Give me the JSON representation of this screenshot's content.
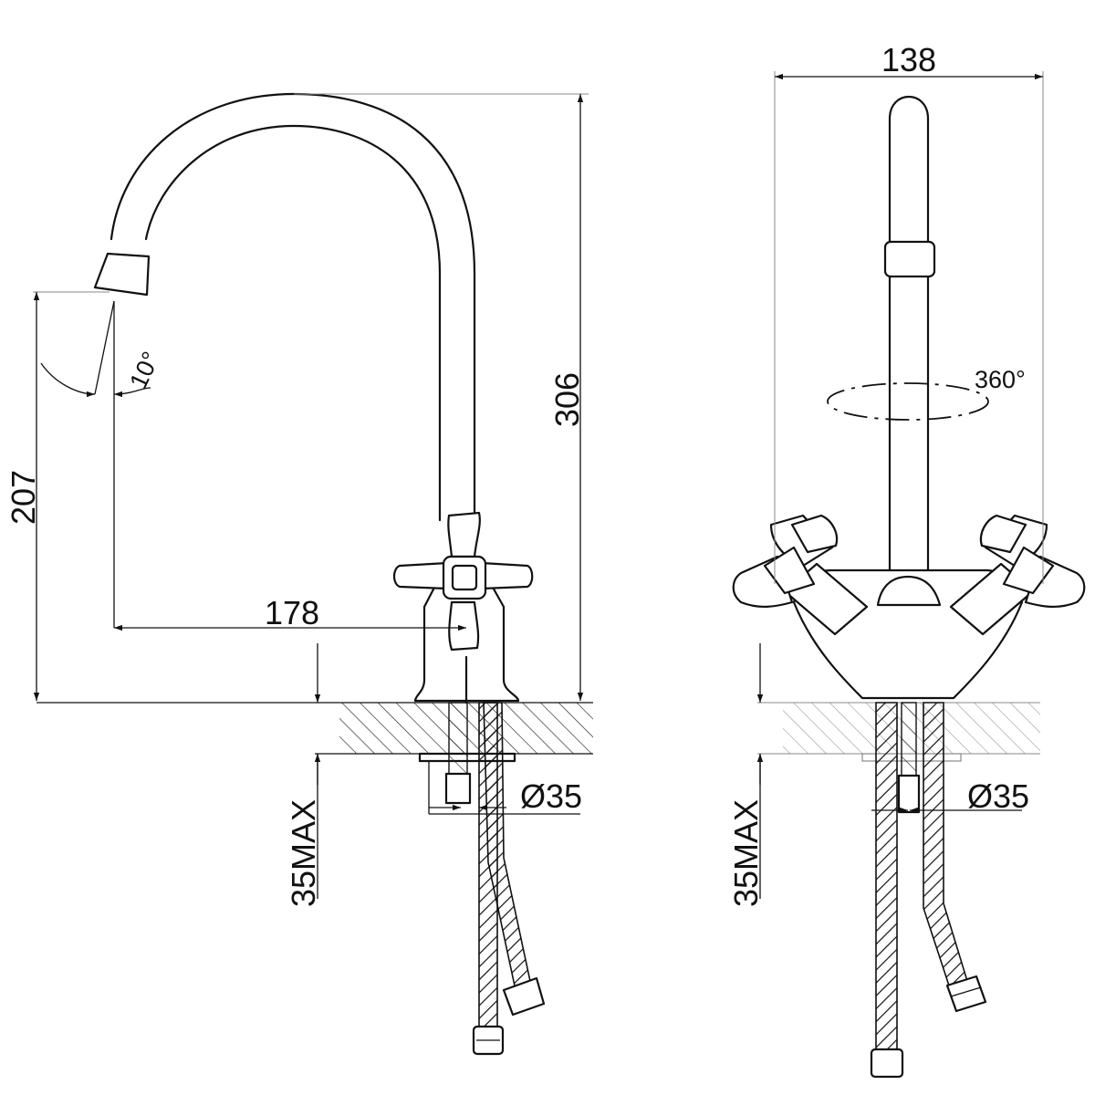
{
  "dimensions": {
    "spout_height": "306",
    "outlet_height": "207",
    "spout_reach": "178",
    "width": "138",
    "max_thickness_left": "35MAX",
    "max_thickness_right": "35MAX",
    "hole_diameter_left": "Ø35",
    "hole_diameter_right": "Ø35",
    "tilt_angle": "10°",
    "rotation_angle": "360°"
  }
}
